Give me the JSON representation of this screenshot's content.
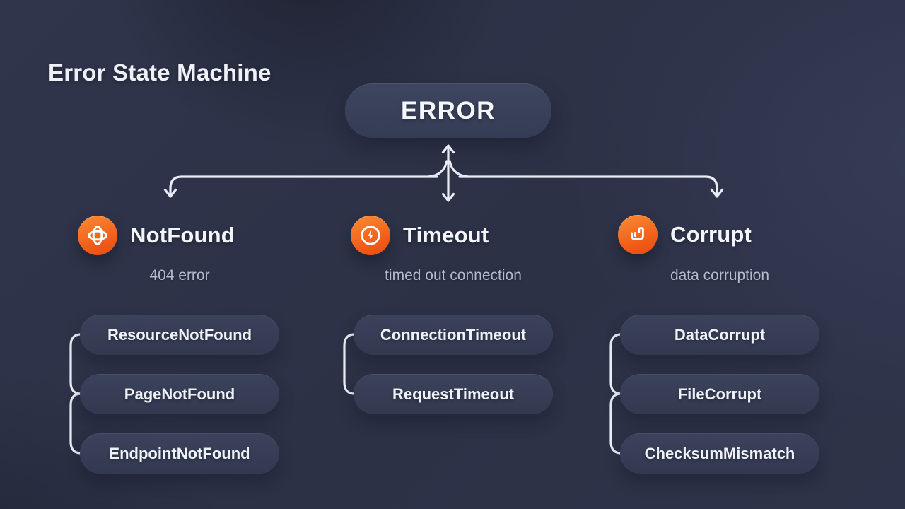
{
  "page": {
    "title": "Error State Machine"
  },
  "root": {
    "label": "ERROR"
  },
  "branches": [
    {
      "title": "NotFound",
      "subtitle": "404 error",
      "icon": "orbit-icon",
      "children": [
        "ResourceNotFound",
        "PageNotFound",
        "EndpointNotFound"
      ]
    },
    {
      "title": "Timeout",
      "subtitle": "timed out connection",
      "icon": "bolt-circle-icon",
      "children": [
        "ConnectionTimeout",
        "RequestTimeout"
      ]
    },
    {
      "title": "Corrupt",
      "subtitle": "data corruption",
      "icon": "corrupt-data-icon",
      "children": [
        "DataCorrupt",
        "FileCorrupt",
        "ChecksumMismatch"
      ]
    }
  ],
  "colors": {
    "background": "#2c3146",
    "node_fill": "#363d56",
    "accent_orange": "#ef5a17",
    "text_primary": "#f3f5fa",
    "text_muted": "#b5bbcf",
    "connector": "#e9ecf4"
  }
}
